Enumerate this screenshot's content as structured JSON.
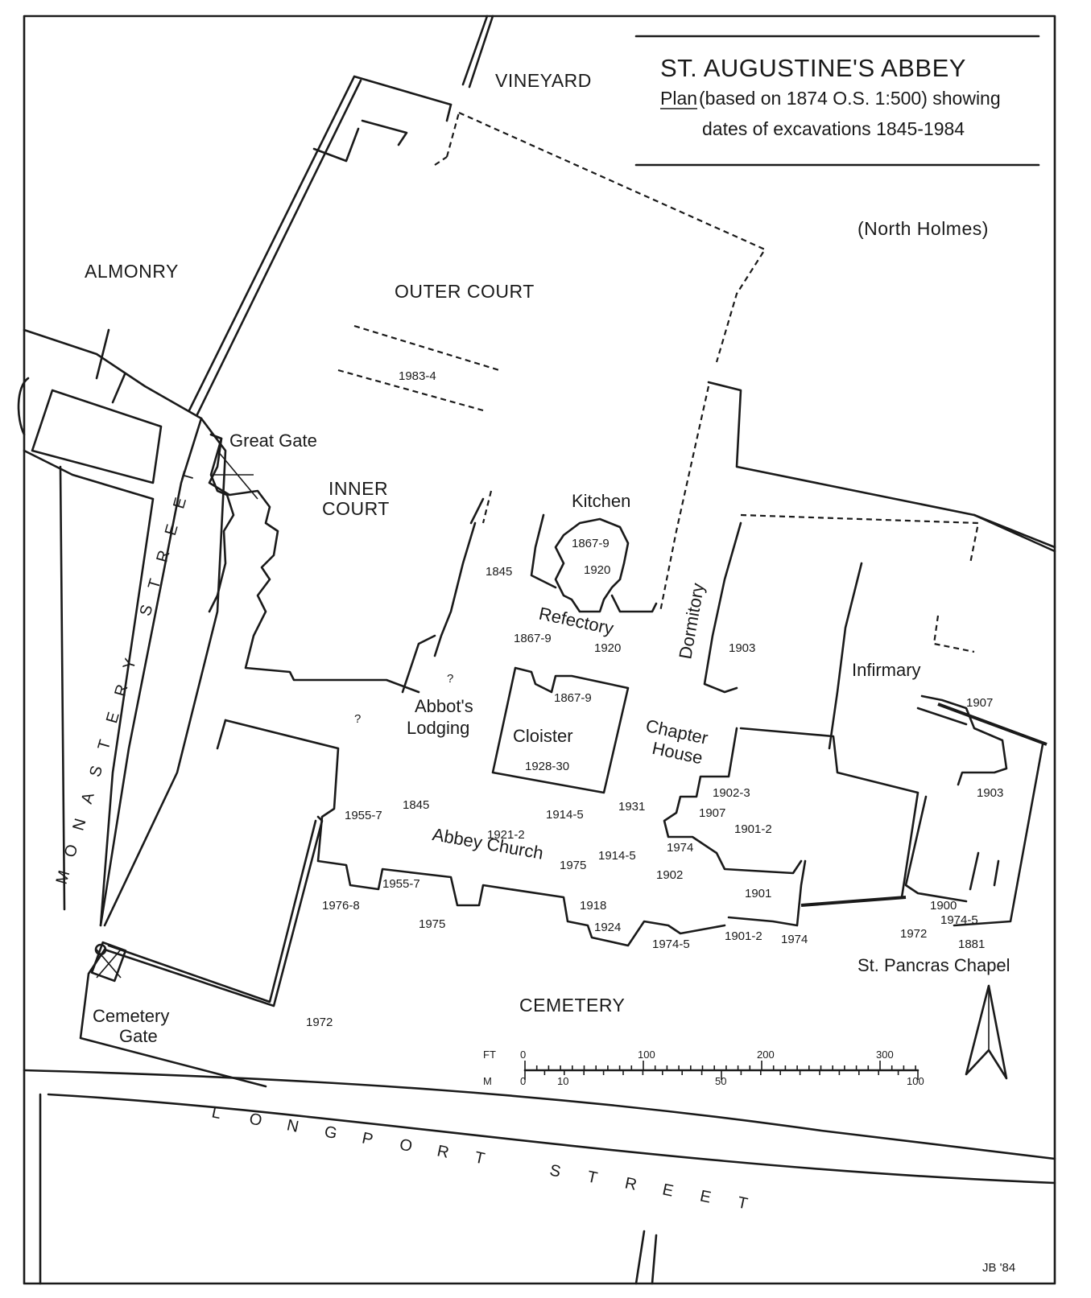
{
  "title": {
    "main": "ST. AUGUSTINE'S ABBEY",
    "line2_plan": "Plan",
    "line2_rest": "(based on 1874 O.S. 1:500) showing",
    "line3": "dates of excavations 1845-1984"
  },
  "areas": {
    "vineyard": "VINEYARD",
    "north_holmes": "(North Holmes)",
    "almonry": "ALMONRY",
    "outer_court": "OUTER COURT",
    "inner_court_1": "INNER",
    "inner_court_2": "COURT",
    "cemetery": "CEMETERY"
  },
  "buildings": {
    "great_gate": "Great Gate",
    "kitchen": "Kitchen",
    "refectory": "Refectory",
    "dormitory": "Dormitory",
    "infirmary": "Infirmary",
    "abbots_lodging_1": "Abbot's",
    "abbots_lodging_2": "Lodging",
    "cloister": "Cloister",
    "chapter_house_1": "Chapter",
    "chapter_house_2": "House",
    "abbey_church": "Abbey Church",
    "st_pancras": "St. Pancras Chapel",
    "cemetery_gate_1": "Cemetery",
    "cemetery_gate_2": "Gate"
  },
  "streets": {
    "monastery": [
      "M",
      "O",
      "N",
      "A",
      "S",
      "T",
      "E",
      "R",
      "Y",
      "S",
      "T",
      "R",
      "E",
      "E",
      "T"
    ],
    "longport": [
      "L",
      "O",
      "N",
      "G",
      "P",
      "O",
      "R",
      "T",
      "S",
      "T",
      "R",
      "E",
      "E",
      "T"
    ]
  },
  "excavation_dates": {
    "outer_1983": "1983-4",
    "kitchen_1867": "1867-9",
    "kitchen_1920": "1920",
    "range_1845": "1845",
    "refectory_1867": "1867-9",
    "refectory_1920": "1920",
    "dorm_1903": "1903",
    "cloister_1867": "1867-9",
    "cloister_1928": "1928-30",
    "inf_1907": "1907",
    "inf_1903": "1903",
    "ch_1902_3": "1902-3",
    "ch_1907": "1907",
    "ch_1901_2": "1901-2",
    "ch_1974": "1974",
    "nave_1955_7": "1955-7",
    "nave_1845": "1845",
    "nave_1914_5a": "1914-5",
    "nave_1931": "1931",
    "nave_1921_2": "1921-2",
    "nave_1975": "1975",
    "nave_1914_5b": "1914-5",
    "nave_1902": "1902",
    "nave_1901": "1901",
    "s_1955_7": "1955-7",
    "s_1976_8": "1976-8",
    "s_1975": "1975",
    "s_1918": "1918",
    "s_1924": "1924",
    "s_1974_5": "1974-5",
    "s_1901_2": "1901-2",
    "s_1974": "1974",
    "sp_1900": "1900",
    "sp_1974_5": "1974-5",
    "sp_1972": "1972",
    "sp_1881": "1881",
    "cem_1972": "1972",
    "abbot_q1": "?",
    "abbot_q2": "?"
  },
  "scale": {
    "ft_label": "FT",
    "m_label": "M",
    "ft_ticks": [
      "0",
      "100",
      "200",
      "300"
    ],
    "m_ticks": [
      "0",
      "10",
      "50",
      "100"
    ]
  },
  "signature": "JB '84"
}
